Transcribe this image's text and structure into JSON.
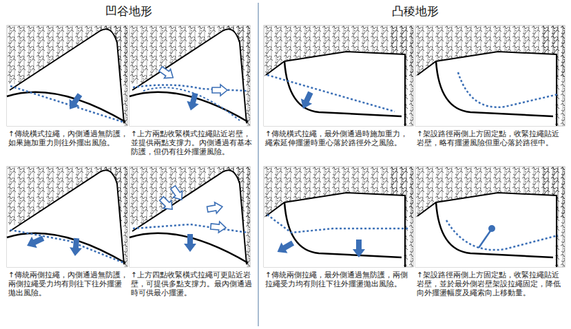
{
  "diagram": {
    "labels": [
      "凹谷地形",
      "凸稜地形",
      "↑傳統橫式拉繩，內側通過無防護，如果施加重力則往外擺出風險。",
      "↑上方兩點收緊橫式拉繩貼近岩壁，並提供兩點支撐力。內側通過有基本防護，但仍有往外擺盪風險。",
      "↑傳統兩側拉繩，內側通過無防護，兩側拉繩受力均有則往下往外擺盪拋出風險。",
      "↑上方四點收緊橫式拉繩可更貼近岩壁，可提供多點支撐力。最內側通過時可供最小擺盪。",
      "↑傳統橫式拉繩，最外側通過時施加重力，繩索延伸擺盪時重心落於路徑外之風險。",
      "↑架設路徑兩側上方固定點，收緊拉繩貼近岩壁，略有擺盪風險但重心落於路徑中。",
      "↑傳統兩側拉繩，最外側通過無防護，兩側拉繩受力均有則往下往外擺盪拋出風險。",
      "↑架設路徑兩側上方固定點，收緊拉繩貼近岩壁，並於最外側岩壁架設拉繩固定，降低向外擺盪幅度及繩索向上移動量。"
    ]
  }
}
